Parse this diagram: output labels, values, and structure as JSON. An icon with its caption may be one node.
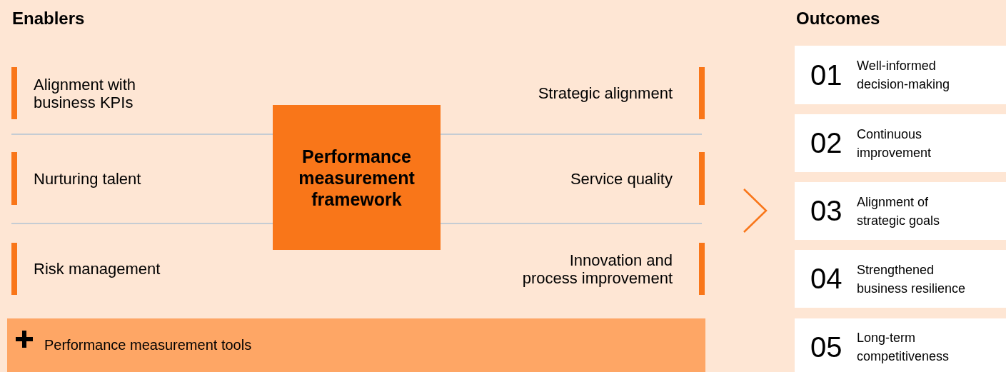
{
  "diagram": {
    "nodes": [
      {
        "text": [
          "Alignment with business KPIs"
        ]
      },
      {
        "text": [
          "Strategic alignment"
        ]
      },
      {
        "text": [
          "Nurturing talent"
        ]
      },
      {
        "text": [
          "Service quality"
        ]
      },
      {
        "text": [
          "Risk management"
        ]
      },
      {
        "text": [
          "Innovation and process improvement"
        ]
      },
      {
        "text": [
          "Performance measurement framework"
        ]
      },
      {
        "text": [
          "Performance measurement tools"
        ]
      },
      {
        "text": [
          "01",
          "Well-informed decision-making"
        ]
      },
      {
        "text": [
          "02",
          "Continuous improvement"
        ]
      },
      {
        "text": [
          "03",
          "Alignment of strategic goals"
        ]
      },
      {
        "text": [
          "04",
          "Strengthened business resilience"
        ]
      },
      {
        "text": [
          "05",
          "Long-term competitiveness"
        ]
      }
    ],
    "edges": [],
    "labels": [
      "Enablers",
      "Outcomes"
    ]
  }
}
